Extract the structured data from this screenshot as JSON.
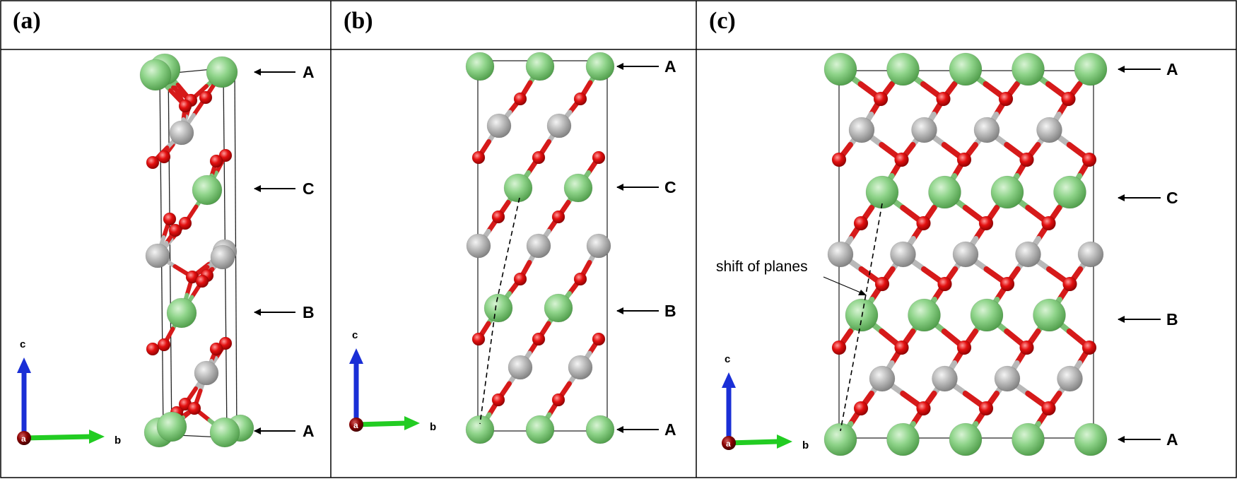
{
  "panels": [
    {
      "label": "(a)",
      "stacking": [
        "A",
        "C",
        "B",
        "A"
      ],
      "axes": {
        "vertical": "c",
        "horizontal": "b",
        "view": "a"
      }
    },
    {
      "label": "(b)",
      "stacking": [
        "A",
        "C",
        "B",
        "A"
      ],
      "axes": {
        "vertical": "c",
        "horizontal": "b",
        "view": "a"
      }
    },
    {
      "label": "(c)",
      "stacking": [
        "A",
        "C",
        "B",
        "A"
      ],
      "axes": {
        "vertical": "c",
        "horizontal": "b",
        "view": "a"
      },
      "annotation": "shift of planes"
    }
  ],
  "colors": {
    "green_atom": "#8fd48a",
    "gray_atom": "#bdbdbd",
    "red_atom": "#e31010",
    "axis_c": "#1a2fd6",
    "axis_b": "#22cc22",
    "axis_a": "#8a0000"
  }
}
